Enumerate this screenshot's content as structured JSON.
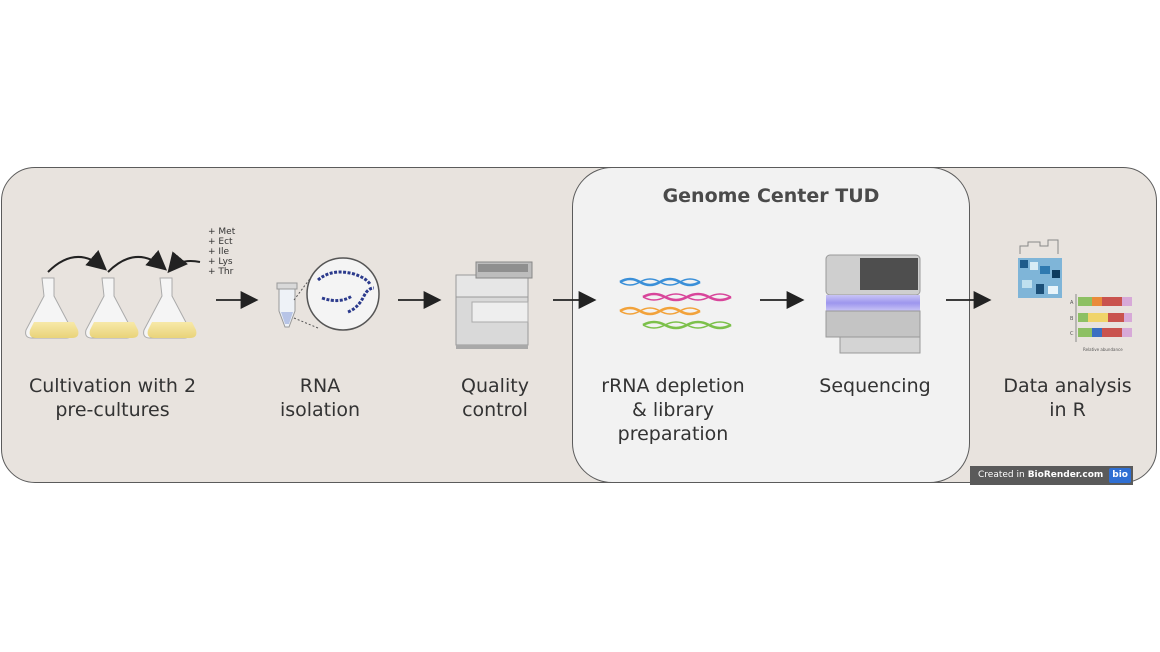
{
  "group_title": "Genome Center TUD",
  "steps": [
    {
      "label": "Cultivation with 2\npre-cultures"
    },
    {
      "label": "RNA\nisolation"
    },
    {
      "label": "Quality\ncontrol"
    },
    {
      "label": "rRNA depletion\n& library\npreparation"
    },
    {
      "label": "Sequencing"
    },
    {
      "label": "Data analysis\nin R"
    }
  ],
  "supplements": "+ Met\n+ Ect\n+ Ile\n+ Lys\n+ Thr",
  "heatmap_axis_label": "Relative abundance",
  "bar_row_labels": [
    "A",
    "B",
    "C"
  ],
  "badge": {
    "prefix": "Created in",
    "brand": "BioRender.com",
    "logo": "bio"
  },
  "colors": {
    "panel": "#e8e3de",
    "group_box": "#f2f2f2",
    "arrow": "#222222",
    "dna_blue": "#3a8fd8",
    "dna_pink": "#d8459a",
    "dna_orange": "#f2a23a",
    "dna_green": "#7cc04a"
  }
}
